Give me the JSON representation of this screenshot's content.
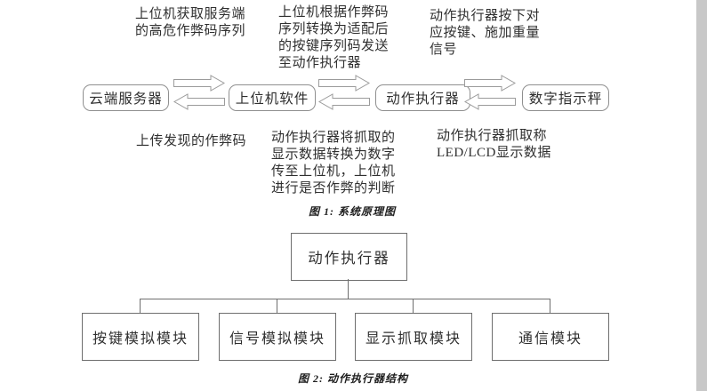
{
  "page": {
    "background": "#ffffff",
    "scrollbar_color": "#c8c8c8"
  },
  "colors": {
    "text": "#2f2f2f",
    "node_border": "#8f8f8f",
    "arrow_stroke": "#9b9b9b",
    "tree_line": "#6e6e6e"
  },
  "figure1": {
    "caption": "图 1: 系统原理图",
    "nodes": [
      {
        "label": "云端服务器"
      },
      {
        "label": "上位机软件"
      },
      {
        "label": "动作执行器"
      },
      {
        "label": "数字指示秤"
      }
    ],
    "top_annotations": [
      {
        "text": "上位机获取服务端\n的高危作弊码序列"
      },
      {
        "text": "上位机根据作弊码\n序列转换为适配后\n的按键序列码发送\n至动作执行器"
      },
      {
        "text": "动作执行器按下对\n应按键、施加重量\n信号"
      }
    ],
    "bottom_annotations": [
      {
        "text": "上传发现的作弊码"
      },
      {
        "text": "动作执行器将抓取的\n显示数据转换为数字\n传至上位机，上位机\n进行是否作弊的判断"
      },
      {
        "text": "动作执行器抓取称\nLED/LCD显示数据"
      }
    ]
  },
  "figure2": {
    "caption": "图 2: 动作执行器结构",
    "root": {
      "label": "动作执行器"
    },
    "modules": [
      {
        "label": "按键模拟模块"
      },
      {
        "label": "信号模拟模块"
      },
      {
        "label": "显示抓取模块"
      },
      {
        "label": "通信模块"
      }
    ]
  }
}
